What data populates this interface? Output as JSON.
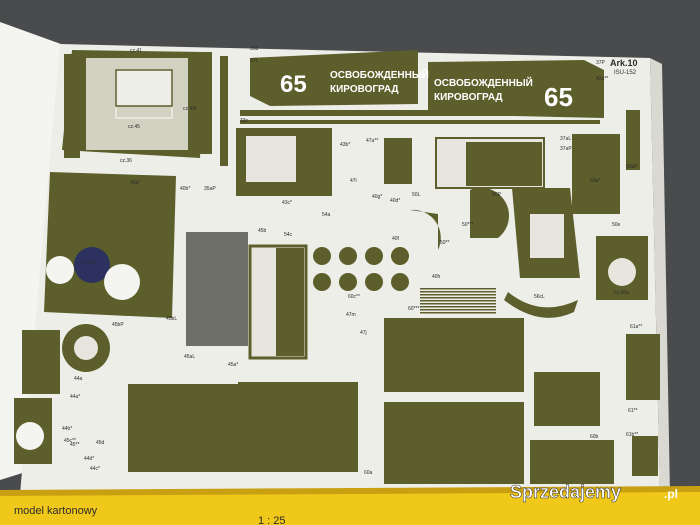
{
  "sheet": {
    "title": "Ark.10",
    "subtitle": "ISU-152",
    "scale": "1 : 25",
    "publisher_line": "model kartonowy",
    "panel_text_left": [
      "ОСВОБОЖДЕННЫЙ",
      "КИРОВОГРАД"
    ],
    "panel_text_right": [
      "ОСВОБОЖДЕННЫЙ",
      "КИРОВОГРАД"
    ],
    "panel_number_left": "65",
    "panel_number_right": "65",
    "part_labels": [
      "cz.41",
      "cz.45",
      "cz.42f",
      "cz.36",
      "35d",
      "37L",
      "37P",
      "37aL",
      "37aP",
      "33c",
      "42a**",
      "cz.73b",
      "40a*",
      "40b*",
      "35aP",
      "43b*",
      "47a**",
      "47i",
      "50L",
      "50P",
      "50**",
      "50***",
      "50a*",
      "50aP",
      "50e",
      "40g*",
      "40d*",
      "40f",
      "40h",
      "43c*",
      "45b",
      "54c",
      "54a",
      "45a*",
      "45aL",
      "45bL",
      "45bP",
      "44a",
      "44a*",
      "44b*",
      "44c*",
      "44d*",
      "45c**",
      "45d",
      "45**",
      "56cL",
      "60a",
      "60b",
      "60c**",
      "60***",
      "61a**",
      "61b**",
      "61**",
      "47m",
      "47j",
      "cz.66a"
    ]
  },
  "watermark": {
    "text": "Sprzedajemy",
    "suffix": ".pl"
  },
  "colors": {
    "background": "#4a4b4d",
    "paper": "#eeeee9",
    "olive": "#5c5f2b",
    "olive_dark": "#4a4d22",
    "grey_part": "#6f6f6a",
    "light_part": "#e6e6de",
    "cover": "#f0c81a",
    "line": "#bfc0b4"
  }
}
